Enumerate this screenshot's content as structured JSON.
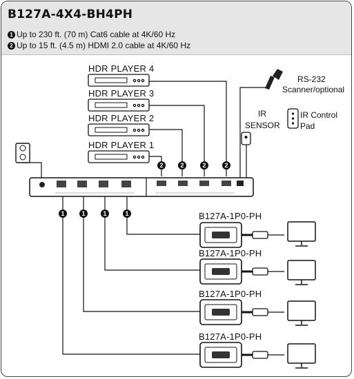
{
  "title": "B127A-4X4-BH4PH",
  "notes": [
    {
      "marker": "1",
      "text": "Up to 230 ft. (70 m) Cat6 cable at 4K/60 Hz"
    },
    {
      "marker": "2",
      "text": "Up to 15 ft. (4.5 m) HDMI 2.0 cable at 4K/60 Hz"
    }
  ],
  "players": [
    "HDR PLAYER 4",
    "HDR PLAYER 3",
    "HDR PLAYER 2",
    "HDR PLAYER 1"
  ],
  "rs232": {
    "line1": "RS-232",
    "line2": "Scanner/optional"
  },
  "ir_sensor": {
    "line1": "IR",
    "line2": "SENSOR"
  },
  "ir_pad": {
    "line1": "IR Control",
    "line2": "Pad"
  },
  "receivers": [
    "B127A-1P0-PH",
    "B127A-1P0-PH",
    "B127A-1P0-PH",
    "B127A-1P0-PH"
  ],
  "markers": {
    "hdmi": "2",
    "cat6": "1"
  }
}
